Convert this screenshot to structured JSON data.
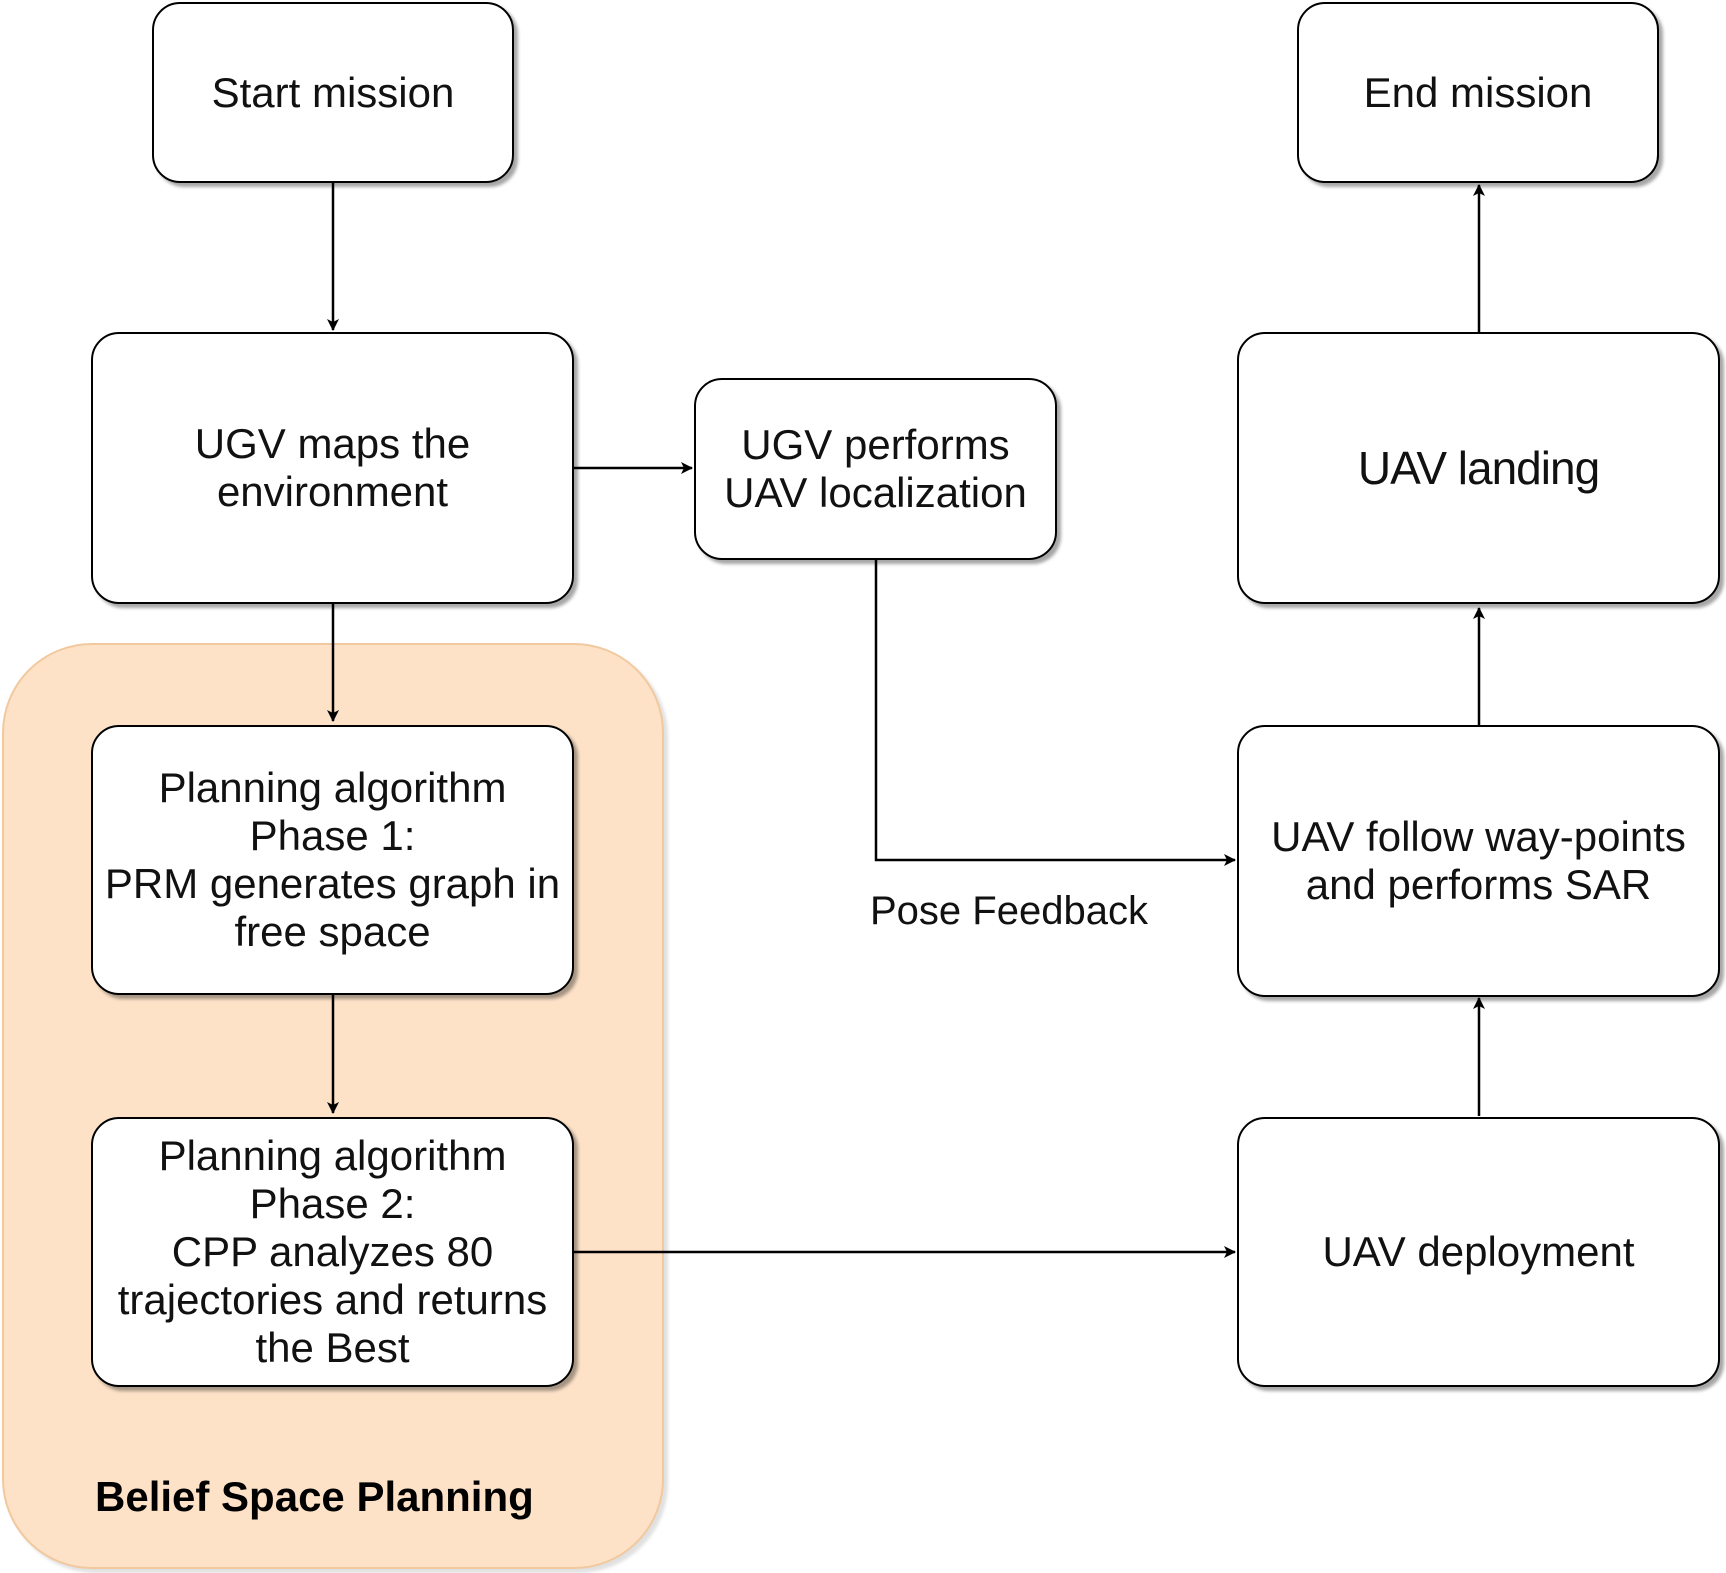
{
  "nodes": {
    "start_mission": {
      "lines": [
        "Start mission"
      ]
    },
    "end_mission": {
      "lines": [
        "End mission"
      ]
    },
    "ugv_maps": {
      "lines": [
        "UGV maps the",
        "environment"
      ]
    },
    "ugv_localization": {
      "lines": [
        "UGV performs",
        "UAV localization"
      ]
    },
    "uav_landing": {
      "lines": [
        "UAV landing"
      ]
    },
    "phase1": {
      "lines": [
        "Planning algorithm",
        "Phase 1:",
        "PRM generates graph in",
        "free space"
      ]
    },
    "uav_follow": {
      "lines": [
        "UAV follow way-points",
        "and performs SAR"
      ]
    },
    "phase2": {
      "lines": [
        "Planning algorithm",
        "Phase 2:",
        "CPP analyzes 80",
        "trajectories and returns",
        "the Best"
      ]
    },
    "uav_deployment": {
      "lines": [
        "UAV deployment"
      ]
    }
  },
  "group": {
    "title": "Belief Space Planning"
  },
  "edge_labels": {
    "pose_feedback": "Pose Feedback"
  },
  "colors": {
    "group_fill": "#fde2c8",
    "group_border": "#f2c89e",
    "stroke": "#000000",
    "node_fill": "#ffffff"
  }
}
